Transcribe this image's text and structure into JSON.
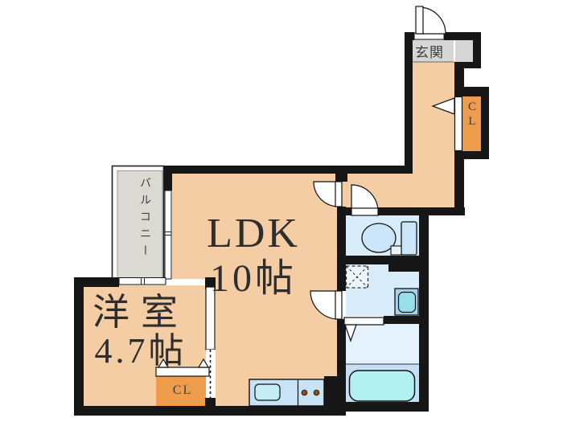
{
  "rooms": {
    "entrance": {
      "label": "玄関"
    },
    "hall_closet": {
      "label": "CL"
    },
    "balcony": {
      "label": "バルコニー"
    },
    "ldk": {
      "name": "LDK",
      "size": "10帖"
    },
    "western_room": {
      "name": "洋室",
      "size": "4.7帖"
    },
    "bedroom_closet": {
      "label": "CL"
    }
  },
  "fixtures": {
    "toilet": "toilet-icon",
    "washing_machine_space": "washing-machine-pad-icon",
    "washbasin": "washbasin-icon",
    "bathtub": "bathtub-icon",
    "kitchen_sink": "kitchen-sink-icon",
    "stove_burners": "stove-burners-icon"
  },
  "colors": {
    "floor": "#f5cda4",
    "closet": "#ee9d4d",
    "wall": "#161616",
    "entrance_floor": "#d6d6d7",
    "balcony_floor": "#dcd8d2",
    "wet_room": "#d9ecfa",
    "bath_floor": "#e3f2fc",
    "tub_deck": "#c6dff4",
    "bathtub": "#b2f0ef",
    "counter": "#c9e3f6",
    "kitchen_sink": "#c3edf3",
    "vanity": "#a9d1ee",
    "basin": "#98dfe9",
    "fixture": "#cbe6f8",
    "burner": "#8d4a16",
    "text_dark": "#2e2e2e",
    "text_small": "#3e3e3e"
  }
}
